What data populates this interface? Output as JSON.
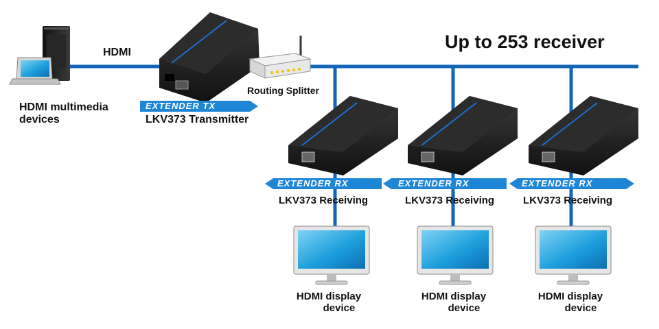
{
  "headline": "Up to 253 receiver",
  "source": {
    "label_line1": "HDMI multimedia",
    "label_line2": "devices"
  },
  "link_label": "HDMI",
  "transmitter": {
    "badge": "EXTENDER TX",
    "label": "LKV373 Transmitter"
  },
  "splitter": {
    "label": "Routing Splitter"
  },
  "receivers": [
    {
      "badge": "EXTENDER RX",
      "label": "LKV373 Receiving",
      "display_line1": "HDMI display",
      "display_line2": "device"
    },
    {
      "badge": "EXTENDER RX",
      "label": "LKV373 Receiving",
      "display_line1": "HDMI display",
      "display_line2": "device"
    },
    {
      "badge": "EXTENDER RX",
      "label": "LKV373 Receiving",
      "display_line1": "HDMI display",
      "display_line2": "device"
    }
  ],
  "colors": {
    "cable": "#1565b7",
    "badge": "#1f86d6",
    "device_body": "#1d1d1d",
    "screen": "#27a6e0"
  }
}
